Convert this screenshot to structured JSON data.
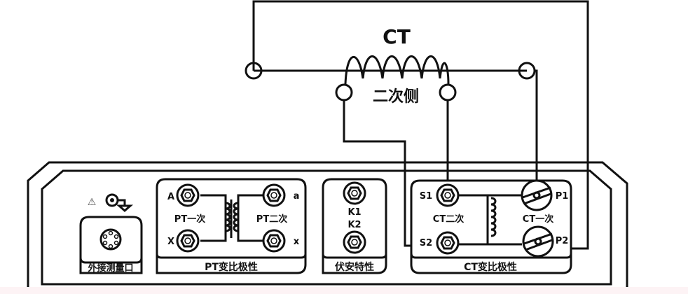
{
  "diagram": {
    "title": "CT",
    "ct_secondary_side_label": "二次侧",
    "instrument": {
      "external_port": {
        "warning_icon": "warning-triangle-icon",
        "ground_icon": "ground-jack-icon",
        "caption": "外接测量口"
      },
      "pt_module": {
        "caption": "PT变比极性",
        "primary_label": "PT一次",
        "secondary_label": "PT二次",
        "terminals": [
          "A",
          "X",
          "a",
          "x"
        ]
      },
      "va_module": {
        "caption": "伏安特性",
        "terminals": [
          "K1",
          "K2"
        ]
      },
      "ct_module": {
        "caption": "CT变比极性",
        "secondary_label": "CT二次",
        "primary_label": "CT一次",
        "terminals": [
          "S1",
          "S2",
          "P1",
          "P2"
        ]
      }
    },
    "connections": [
      {
        "from": "CT secondary left",
        "to": "S2"
      },
      {
        "from": "CT secondary right",
        "to": "S1"
      },
      {
        "from": "CT primary right",
        "to": "P1"
      },
      {
        "from": "CT primary left",
        "to": "P2"
      }
    ]
  }
}
